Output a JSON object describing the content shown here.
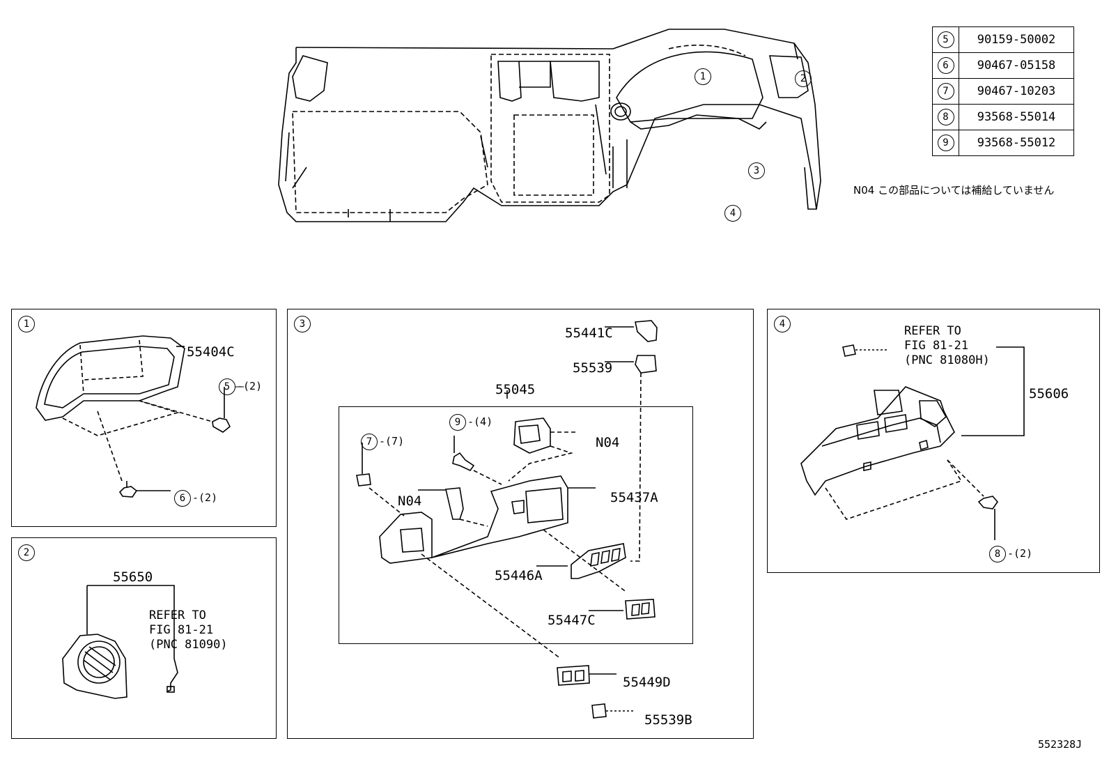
{
  "table": [
    {
      "ref": "5",
      "part": "90159-50002"
    },
    {
      "ref": "6",
      "part": "90467-05158"
    },
    {
      "ref": "7",
      "part": "90467-10203"
    },
    {
      "ref": "8",
      "part": "93568-55014"
    },
    {
      "ref": "9",
      "part": "93568-55012"
    }
  ],
  "note": "N04 この部品については補給していません",
  "overview": {
    "c1": "1",
    "c2": "2",
    "c3": "3",
    "c4": "4"
  },
  "panel1": {
    "num": "1",
    "p55404C": "55404C",
    "c5": "5",
    "q5": "-(2)",
    "c6": "6",
    "q6": "-(2)"
  },
  "panel2": {
    "num": "2",
    "p55650": "55650",
    "ref": "REFER TO\nFIG 81-21\n(PNC 81090)"
  },
  "panel3": {
    "num": "3",
    "p55441C": "55441C",
    "p55539": "55539",
    "p55045": "55045",
    "c9": "9",
    "q9": "-(4)",
    "c7": "7",
    "q7": "-(7)",
    "n04a": "N04",
    "n04b": "N04",
    "p55437A": "55437A",
    "p55446A": "55446A",
    "p55447C": "55447C",
    "p55449D": "55449D",
    "p55539B": "55539B"
  },
  "panel4": {
    "num": "4",
    "ref": "REFER TO\nFIG 81-21\n(PNC 81080H)",
    "p55606": "55606",
    "c8": "8",
    "q8": "-(2)"
  },
  "figure_id": "552328J"
}
